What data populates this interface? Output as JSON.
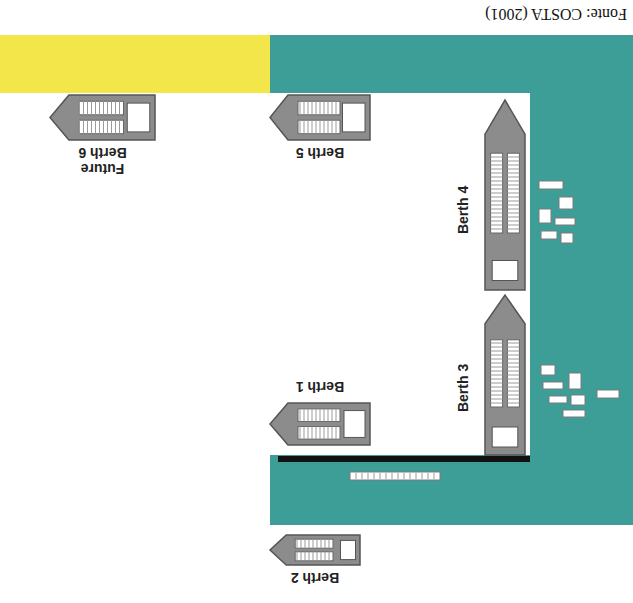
{
  "diagram": {
    "caption": "Fonte: COSTA (2001)",
    "nodes": [
      {
        "text": [
          "Berth 2"
        ]
      },
      {
        "text": [
          "Berth 1"
        ]
      },
      {
        "text": [
          "Berth 3"
        ]
      },
      {
        "text": [
          "Berth 4"
        ]
      },
      {
        "text": [
          "Berth 5"
        ]
      },
      {
        "text": [
          "Future Berth 6"
        ]
      }
    ]
  }
}
